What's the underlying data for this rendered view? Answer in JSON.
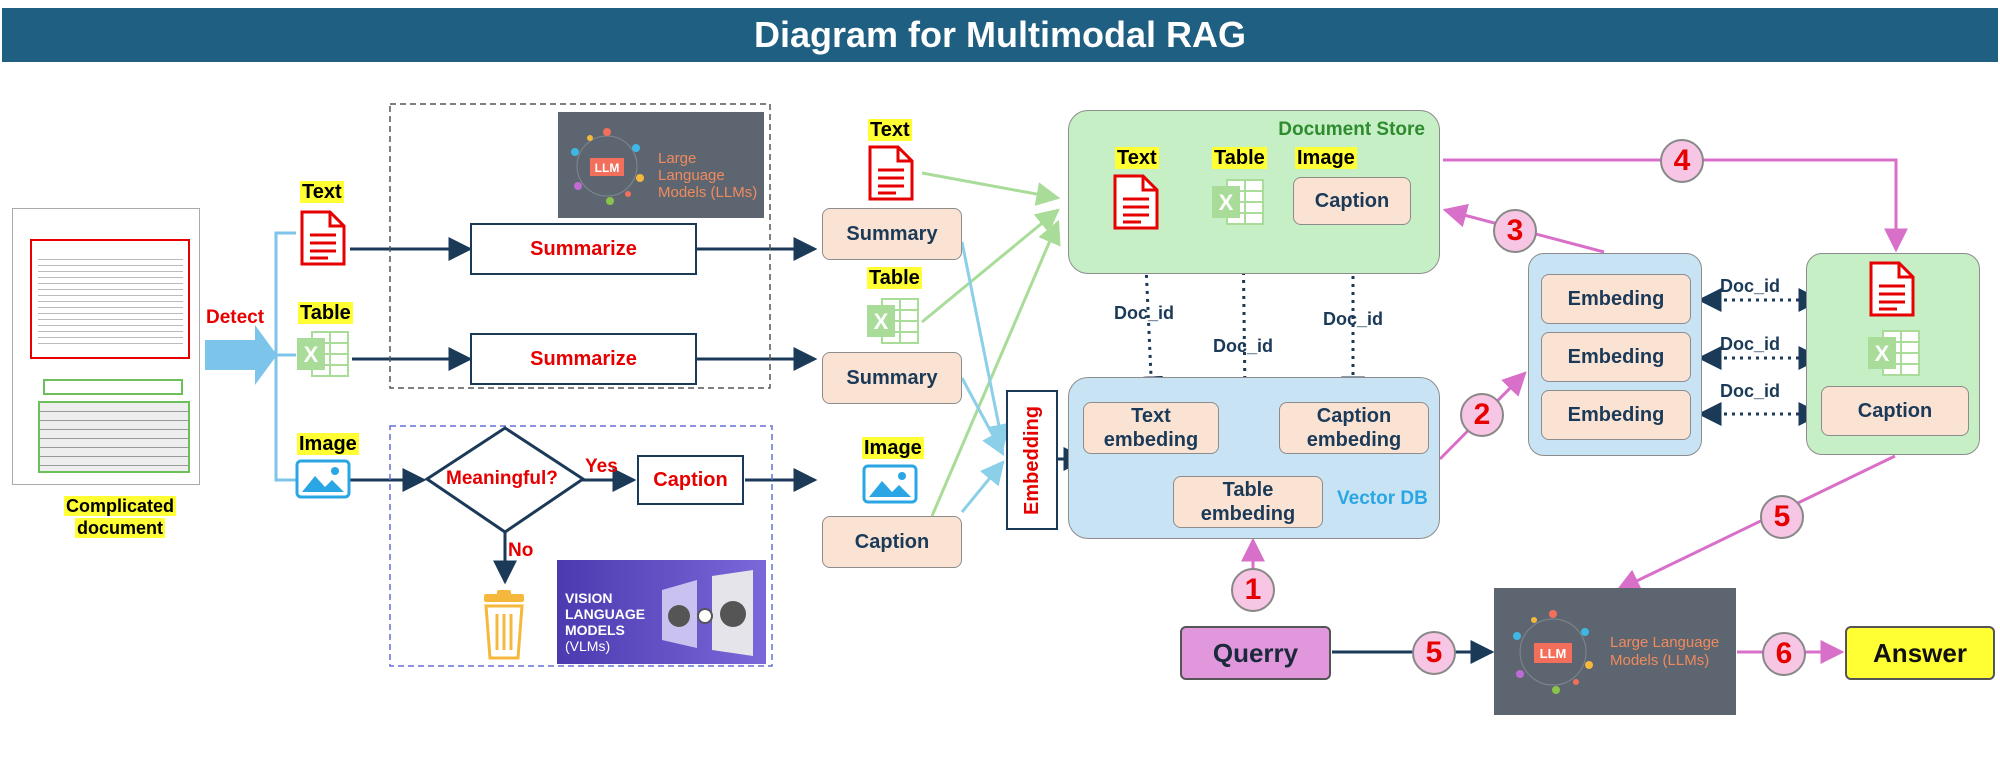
{
  "title": "Diagram for Multimodal RAG",
  "document": {
    "label_line1": "Complicated",
    "label_line2": "document"
  },
  "detect_label": "Detect",
  "input_types": {
    "text": "Text",
    "table": "Table",
    "image": "Image"
  },
  "summarize_label": "Summarize",
  "meaningful_label": "Meaningful?",
  "yes_label": "Yes",
  "no_label": "No",
  "caption_label": "Caption",
  "llm_card": {
    "badge": "LLM",
    "line1": "Large Language",
    "line2": "Models (LLMs)"
  },
  "vlm_card": {
    "line1": "VISION",
    "line2": "LANGUAGE",
    "line3": "MODELS",
    "line4": "(VLMs)"
  },
  "middle": {
    "text": "Text",
    "table": "Table",
    "image": "Image",
    "summary": "Summary",
    "caption": "Caption"
  },
  "embedding_vertical": "Embedding",
  "document_store": {
    "title": "Document Store",
    "text": "Text",
    "table": "Table",
    "image": "Image",
    "caption": "Caption"
  },
  "doc_id": "Doc_id",
  "vector_db": {
    "title": "Vector DB",
    "text_emb_1": "Text",
    "text_emb_2": "embeding",
    "caption_emb_1": "Caption",
    "caption_emb_2": "embeding",
    "table_emb_1": "Table",
    "table_emb_2": "embeding"
  },
  "embeding_label": "Embeding",
  "right_caption": "Caption",
  "query": "Querry",
  "answer": "Answer",
  "steps": {
    "s1": "1",
    "s2": "2",
    "s3": "3",
    "s4": "4",
    "s5a": "5",
    "s5b": "5",
    "s6": "6"
  },
  "colors": {
    "title_bg": "#1f5f82",
    "navy": "#1b3a58",
    "red": "#e60000",
    "green_box": "#c6efc6",
    "blue_box": "#c7e3f4",
    "peach": "#fbe3d4",
    "pink_arrow": "#d86fc8",
    "highlight": "#ffff33"
  },
  "icons": [
    "document-icon",
    "excel-icon",
    "image-icon",
    "trash-icon",
    "llm-icon",
    "vlm-icon"
  ]
}
